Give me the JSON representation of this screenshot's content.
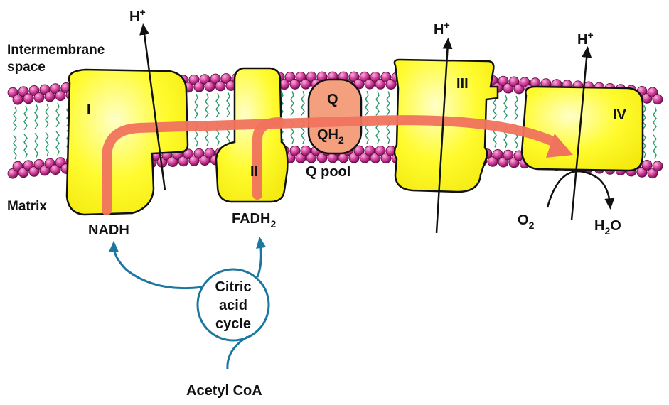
{
  "labels": {
    "intermembrane_line1": "Intermembrane",
    "intermembrane_line2": "space",
    "matrix": "Matrix",
    "complex_1": "I",
    "complex_2": "II",
    "complex_3": "III",
    "complex_4": "IV",
    "q": "Q",
    "qh2_base": "QH",
    "qh2_sub": "2",
    "q_pool": "Q pool",
    "nadh": "NADH",
    "fadh2_base": "FADH",
    "fadh2_sub": "2",
    "o2_base": "O",
    "o2_sub": "2",
    "h2o_h": "H",
    "h2o_sub": "2",
    "h2o_o": "O",
    "proton_base": "H",
    "proton_sup": "+",
    "citric_line1": "Citric",
    "citric_line2": "acid",
    "citric_line3": "cycle",
    "acetyl_coa": "Acetyl CoA"
  },
  "colors": {
    "complex_fill": "#fffb2e",
    "complex_highlight": "#ffff9e",
    "electron_path": "#f0735e",
    "q_pool_fill": "#f4a07e",
    "lipid_head": "#d6409e",
    "lipid_tail": "#2a9a6a",
    "cycle_stroke": "#1b76a0"
  },
  "icons": [
    "proton-arrow-icon",
    "electron-flow-arrow-icon",
    "oxygen-reduction-arrow-icon",
    "cycle-arrow-icon"
  ]
}
